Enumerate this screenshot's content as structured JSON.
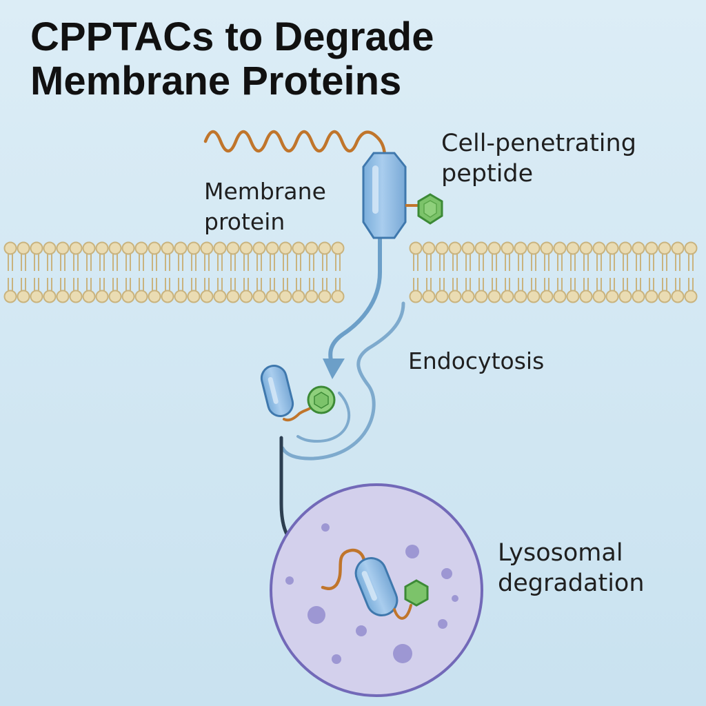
{
  "title": {
    "line1": "CPPTACs to Degrade",
    "line2": "Membrane Proteins"
  },
  "labels": {
    "cell_penetrating_peptide": {
      "line1": "Cell-penetrating",
      "line2": "peptide"
    },
    "membrane_protein": {
      "line1": "Membrane",
      "line2": "protein"
    },
    "endocytosis": "Endocytosis",
    "lysosomal_degradation": {
      "line1": "Lysosomal",
      "line2": "degradation"
    }
  },
  "colors": {
    "background_top": "#dcedf6",
    "background_bottom": "#c9e2f0",
    "membrane_head": "#eadcb3",
    "membrane_head_stroke": "#c9b37e",
    "protein_fill": "#8ab8e0",
    "protein_stroke": "#3f78ad",
    "peptide_fill": "#7cc36a",
    "peptide_stroke": "#3c8a36",
    "linker": "#c0752b",
    "arrow_blue": "#6c9fc8",
    "arrow_dark": "#2c3e50",
    "lysosome_fill": "#d3d0ec",
    "lysosome_stroke": "#7269b8",
    "lysosome_dots": "#9d97d3"
  },
  "icons": {
    "protein": "capsule-shape",
    "peptide": "hexagon-shape",
    "linker": "wavy-chain"
  }
}
